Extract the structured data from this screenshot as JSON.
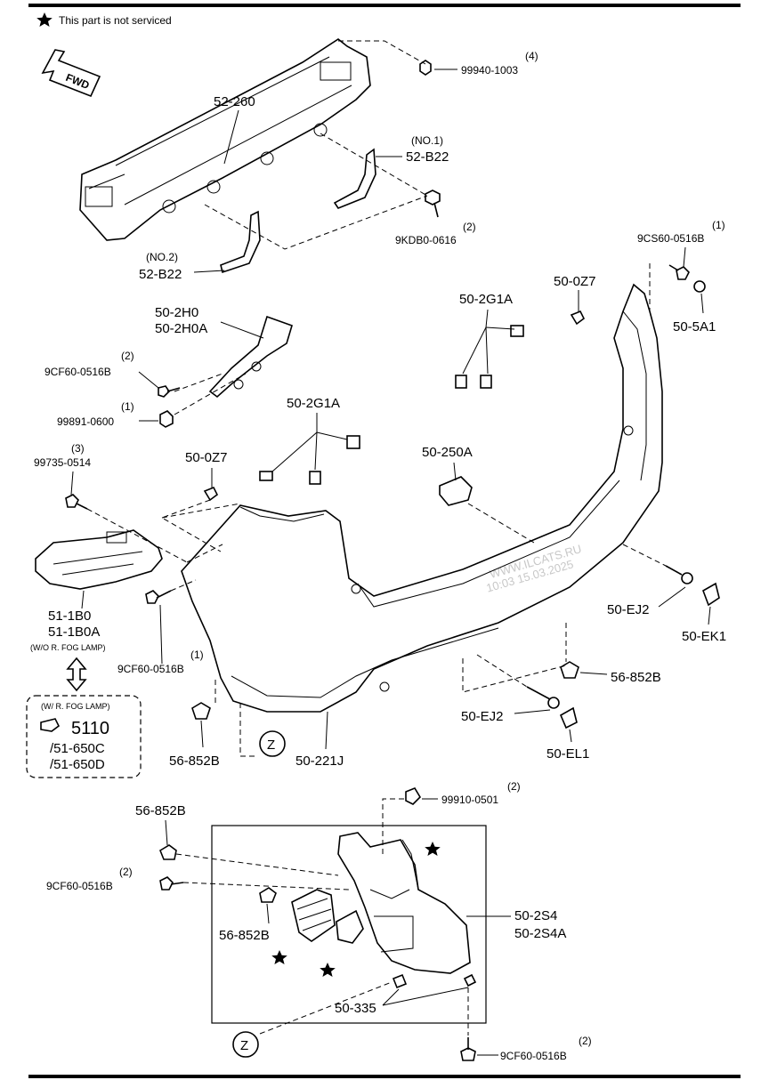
{
  "header": {
    "note": "This part is not serviced"
  },
  "fwd_label": "FWD",
  "watermark": {
    "site": "WWW.ILCATS.RU",
    "stamp": "10:03 15.03.2025"
  },
  "labels": {
    "p99940": "99940-1003",
    "p99940_qty": "(4)",
    "p52260": "52-260",
    "p52b22_1_note": "(NO.1)",
    "p52b22_1": "52-B22",
    "p9kdb0_qty": "(2)",
    "p9kdb0": "9KDB0-0616",
    "p52b22_2_note": "(NO.2)",
    "p52b22_2": "52-B22",
    "p9cs60_qty": "(1)",
    "p9cs60": "9CS60-0516B",
    "p500z7_a": "50-0Z7",
    "p505a1": "50-5A1",
    "p502g1a_a": "50-2G1A",
    "p502h0": "50-2H0",
    "p502h0a": "50-2H0A",
    "p9cf60_a_qty": "(2)",
    "p9cf60_a": "9CF60-0516B",
    "p99891_qty": "(1)",
    "p99891": "99891-0600",
    "p502g1a_b": "50-2G1A",
    "p99735_qty": "(3)",
    "p99735": "99735-0514",
    "p500z7_b": "50-0Z7",
    "p50250a": "50-250A",
    "p511b0": "51-1B0",
    "p511b0a": "51-1B0A",
    "p511b0_note": "(W/O R. FOG LAMP)",
    "p50ej2_a": "50-EJ2",
    "p50ek1": "50-EK1",
    "p9cf60_b_qty": "(1)",
    "p9cf60_b": "9CF60-0516B",
    "p56852b_a": "56-852B",
    "p50ej2_b": "50-EJ2",
    "p50el1": "50-EL1",
    "p56852b_b": "56-852B",
    "p50221j": "50-221J",
    "z1": "Z",
    "fog_note": "(W/ R. FOG LAMP)",
    "fog_ref1": "5110",
    "fog_ref2": "/51-650C",
    "fog_ref3": "/51-650D",
    "p99910_qty": "(2)",
    "p99910": "99910-0501",
    "p56852b_c": "56-852B",
    "p9cf60_c_qty": "(2)",
    "p9cf60_c": "9CF60-0516B",
    "p56852b_d": "56-852B",
    "p502s4": "50-2S4",
    "p502s4a": "50-2S4A",
    "p50335": "50-335",
    "z2": "Z",
    "p9cf60_d_qty": "(2)",
    "p9cf60_d": "9CF60-0516B"
  }
}
